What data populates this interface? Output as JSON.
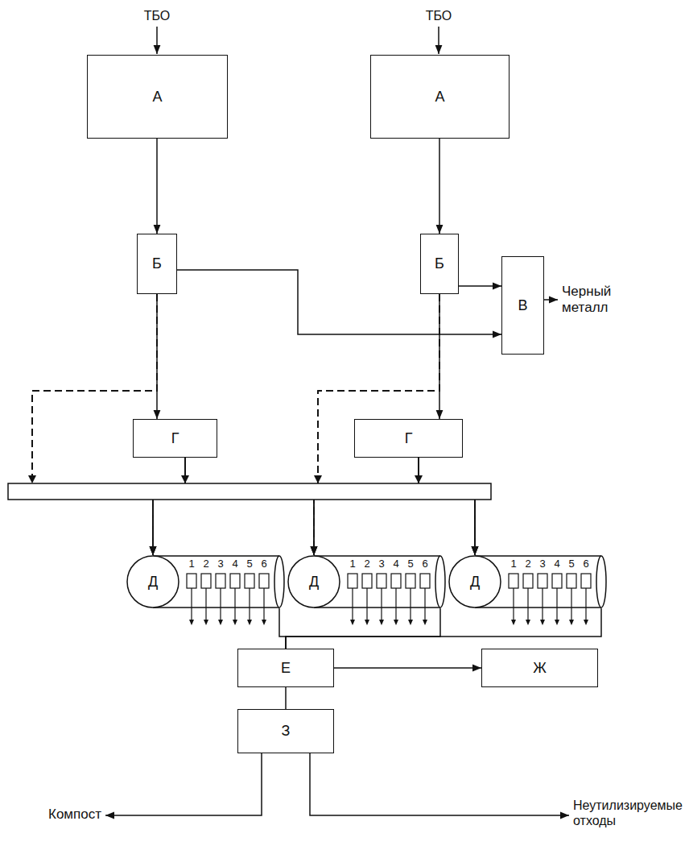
{
  "diagram": {
    "nodes": [
      {
        "text": [
          "А"
        ]
      },
      {
        "text": [
          "А"
        ]
      },
      {
        "text": [
          "Б"
        ]
      },
      {
        "text": [
          "Б"
        ]
      },
      {
        "text": [
          "В"
        ]
      },
      {
        "text": [
          "Г"
        ]
      },
      {
        "text": [
          "Г"
        ]
      },
      {
        "text": [
          "Д"
        ]
      },
      {
        "text": [
          "Д"
        ]
      },
      {
        "text": [
          "Д"
        ]
      },
      {
        "text": [
          "Е"
        ]
      },
      {
        "text": [
          "Ж"
        ]
      },
      {
        "text": [
          "З"
        ]
      }
    ],
    "edges": [
      {
        "from": 0,
        "to": 2,
        "arrow": "to"
      },
      {
        "from": 1,
        "to": 3,
        "arrow": "to"
      },
      {
        "from": 2,
        "to": 4,
        "arrow": "to"
      },
      {
        "from": 3,
        "to": 4,
        "arrow": "to"
      },
      {
        "from": 2,
        "to": 5,
        "arrow": "to"
      },
      {
        "from": 3,
        "to": 6,
        "arrow": "to"
      },
      {
        "from": 5,
        "to": 7,
        "arrow": "to"
      },
      {
        "from": 5,
        "to": 8,
        "arrow": "to"
      },
      {
        "from": 5,
        "to": 9,
        "arrow": "to"
      },
      {
        "from": 6,
        "to": 7,
        "arrow": "to"
      },
      {
        "from": 6,
        "to": 8,
        "arrow": "to"
      },
      {
        "from": 6,
        "to": 9,
        "arrow": "to"
      },
      {
        "from": 2,
        "to": 7,
        "arrow": "to"
      },
      {
        "from": 2,
        "to": 8,
        "arrow": "to"
      },
      {
        "from": 2,
        "to": 9,
        "arrow": "to"
      },
      {
        "from": 3,
        "to": 7,
        "arrow": "to"
      },
      {
        "from": 3,
        "to": 8,
        "arrow": "to"
      },
      {
        "from": 3,
        "to": 9,
        "arrow": "to"
      },
      {
        "from": 7,
        "to": 10,
        "arrow": "none"
      },
      {
        "from": 8,
        "to": 10,
        "arrow": "none"
      },
      {
        "from": 9,
        "to": 10,
        "arrow": "none"
      },
      {
        "from": 10,
        "to": 11,
        "arrow": "to"
      },
      {
        "from": 10,
        "to": 12,
        "arrow": "none"
      }
    ],
    "labels": [
      "ТБО",
      "ТБО",
      "Черный металл",
      "1",
      "2",
      "3",
      "4",
      "5",
      "6",
      "1",
      "2",
      "3",
      "4",
      "5",
      "6",
      "1",
      "2",
      "3",
      "4",
      "5",
      "6",
      "Компост",
      "Неутилизируемые отходы"
    ]
  }
}
